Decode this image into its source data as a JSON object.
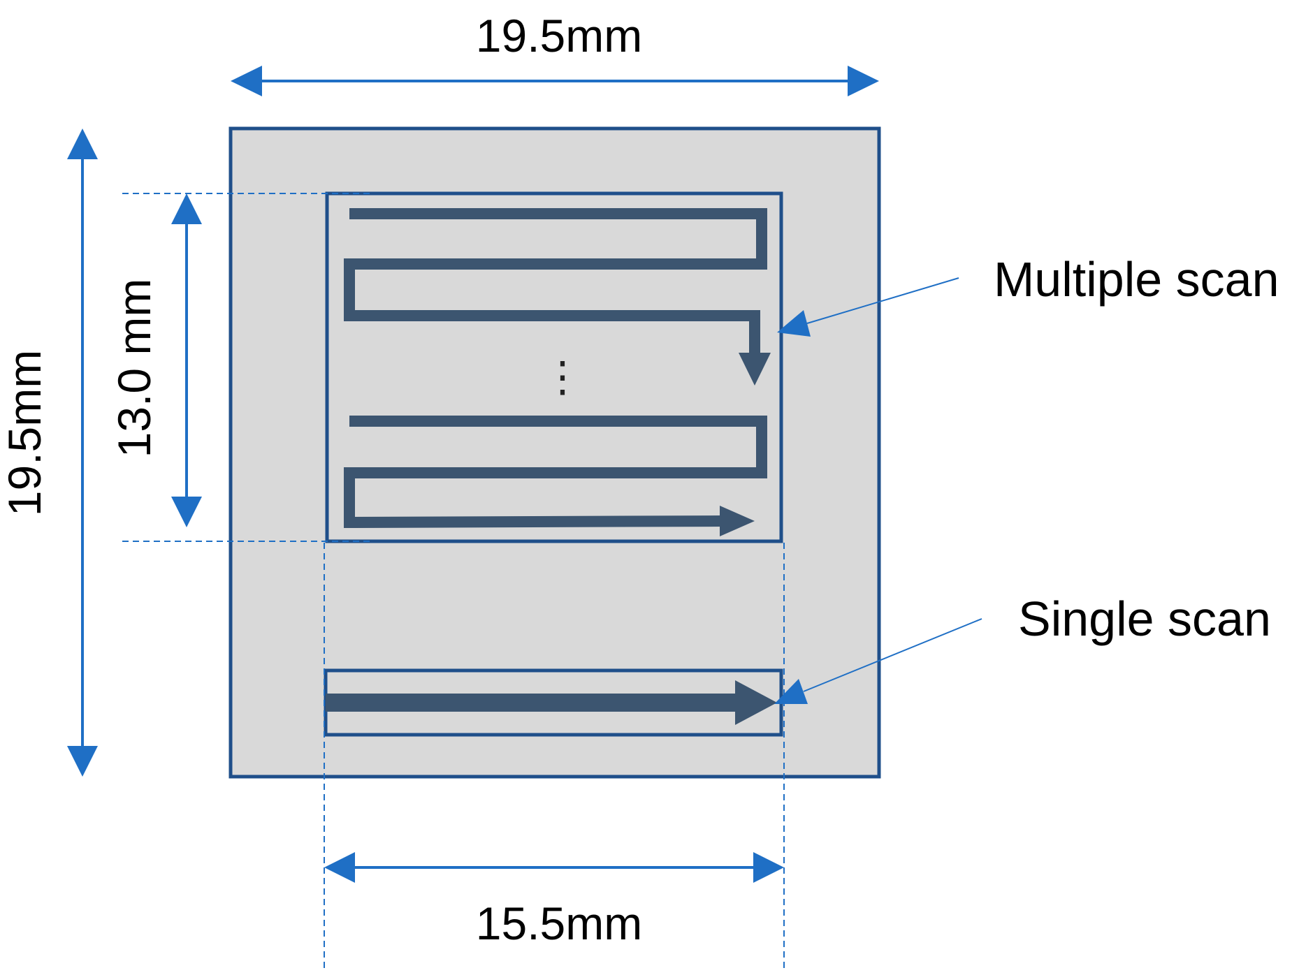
{
  "dimensions": {
    "top_width": "19.5mm",
    "left_height": "19.5mm",
    "scan_height": "13.0 mm",
    "bottom_width": "15.5mm"
  },
  "labels": {
    "multiple_scan": "Multiple scan",
    "single_scan": "Single scan",
    "continuation": "⋮"
  },
  "colors": {
    "dimension_blue": "#1f6fc5",
    "plate_fill": "#d9d9d9",
    "plate_border": "#1f4f8a",
    "scan_path": "#3c5570"
  }
}
